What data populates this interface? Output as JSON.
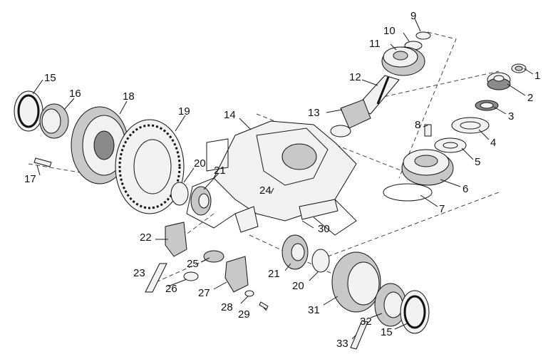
{
  "callouts": [
    {
      "id": "c1",
      "text": "1"
    },
    {
      "id": "c2",
      "text": "2"
    },
    {
      "id": "c3",
      "text": "3"
    },
    {
      "id": "c4",
      "text": "4"
    },
    {
      "id": "c5",
      "text": "5"
    },
    {
      "id": "c6",
      "text": "6"
    },
    {
      "id": "c7",
      "text": "7"
    },
    {
      "id": "c8",
      "text": "8"
    },
    {
      "id": "c9",
      "text": "9"
    },
    {
      "id": "c10",
      "text": "10"
    },
    {
      "id": "c11",
      "text": "11"
    },
    {
      "id": "c12",
      "text": "12"
    },
    {
      "id": "c13",
      "text": "13"
    },
    {
      "id": "c14",
      "text": "14"
    },
    {
      "id": "c15a",
      "text": "15"
    },
    {
      "id": "c15b",
      "text": "15"
    },
    {
      "id": "c16",
      "text": "16"
    },
    {
      "id": "c17",
      "text": "17"
    },
    {
      "id": "c18",
      "text": "18"
    },
    {
      "id": "c19",
      "text": "19"
    },
    {
      "id": "c20a",
      "text": "20"
    },
    {
      "id": "c20b",
      "text": "20"
    },
    {
      "id": "c21a",
      "text": "21"
    },
    {
      "id": "c21b",
      "text": "21"
    },
    {
      "id": "c22",
      "text": "22"
    },
    {
      "id": "c23",
      "text": "23"
    },
    {
      "id": "c24",
      "text": "24"
    },
    {
      "id": "c25",
      "text": "25"
    },
    {
      "id": "c26",
      "text": "26"
    },
    {
      "id": "c27",
      "text": "27"
    },
    {
      "id": "c28",
      "text": "28"
    },
    {
      "id": "c29",
      "text": "29"
    },
    {
      "id": "c30",
      "text": "30"
    },
    {
      "id": "c31",
      "text": "31"
    },
    {
      "id": "c32",
      "text": "32"
    },
    {
      "id": "c33",
      "text": "33"
    }
  ]
}
